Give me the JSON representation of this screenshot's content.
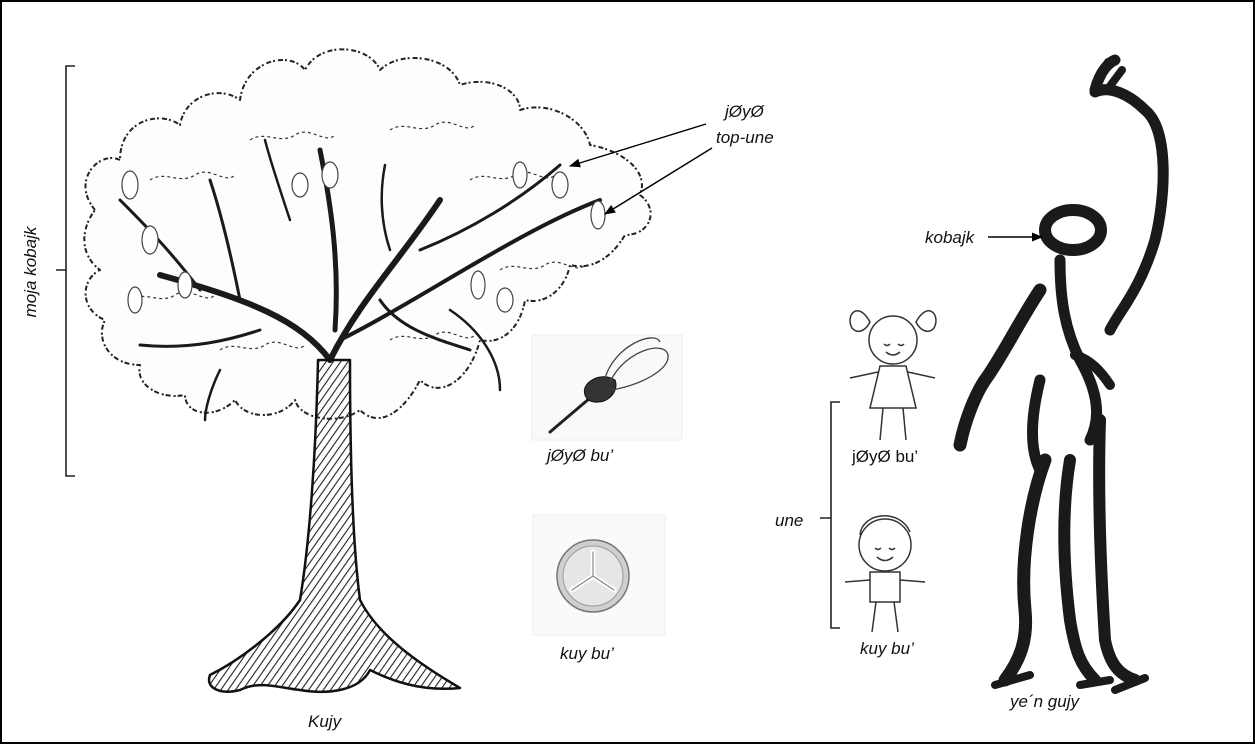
{
  "labels": {
    "canopy": "moja kobajk",
    "flower": "jØyØ",
    "fruit": "top-une",
    "flower_item": "jØyØ bu’",
    "seed_item": "kuy bu’",
    "tree": "Kujy",
    "head": "kobajk",
    "offspring": "une",
    "girl": "jØyØ bu’",
    "boy": "kuy bu’",
    "person": "ye´n gujy"
  }
}
